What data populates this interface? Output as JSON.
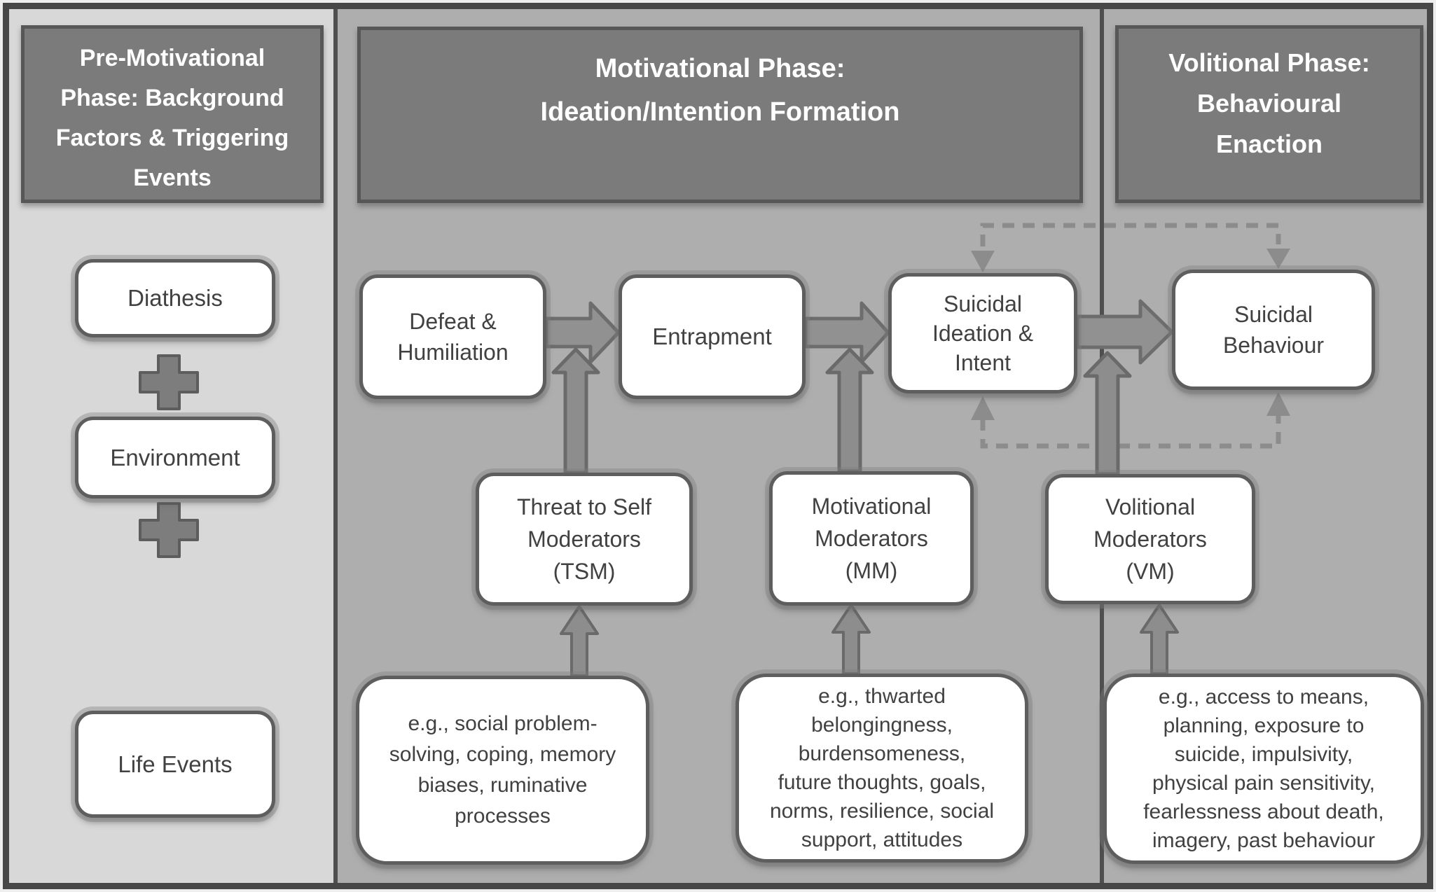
{
  "diagram": {
    "kind": "flow-diagram",
    "subject": "Integrated Motivational-Volitional model of suicidal behaviour"
  },
  "colors": {
    "panel_light": "#d8d8d8",
    "panel_gray": "#aeaeae",
    "header_fill": "#7b7b7b",
    "header_border": "#575757",
    "header_text": "#ffffff",
    "box_fill": "#ffffff",
    "box_border": "#5e5e5e",
    "box_text": "#414141",
    "arrow_fill": "#919191",
    "arrow_outline": "#6d6d6d",
    "dashed_arrow": "#8c8c8c",
    "divider": "#4f4f4f",
    "outer_frame": "#474747"
  },
  "headers": {
    "pre_motivational": {
      "lines": [
        "Pre-Motivational",
        "Phase: Background",
        "Factors & Triggering",
        "Events"
      ]
    },
    "motivational": {
      "lines": [
        "Motivational Phase:",
        "Ideation/Intention Formation"
      ]
    },
    "volitional": {
      "lines": [
        "Volitional Phase:",
        "Behavioural",
        "Enaction"
      ]
    }
  },
  "nodes": {
    "diathesis": {
      "lines": [
        "Diathesis"
      ]
    },
    "environment": {
      "lines": [
        "Environment"
      ]
    },
    "life_events": {
      "lines": [
        "Life Events"
      ]
    },
    "defeat_humiliation": {
      "lines": [
        "Defeat &",
        "Humiliation"
      ]
    },
    "entrapment": {
      "lines": [
        "Entrapment"
      ]
    },
    "suicidal_ideation": {
      "lines": [
        "Suicidal",
        "Ideation &",
        "Intent"
      ]
    },
    "suicidal_behaviour": {
      "lines": [
        "Suicidal",
        "Behaviour"
      ]
    },
    "tsm": {
      "lines": [
        "Threat to Self",
        "Moderators",
        "(TSM)"
      ]
    },
    "mm": {
      "lines": [
        "Motivational",
        "Moderators",
        "(MM)"
      ]
    },
    "vm": {
      "lines": [
        "Volitional",
        "Moderators",
        "(VM)"
      ]
    },
    "tsm_examples": {
      "lines": [
        "e.g., social problem-",
        "solving, coping, memory",
        "biases, ruminative",
        "processes"
      ]
    },
    "mm_examples": {
      "lines": [
        "e.g., thwarted",
        "belongingness,",
        "burdensomeness,",
        "future thoughts, goals,",
        "norms, resilience, social",
        "support, attitudes"
      ]
    },
    "vm_examples": {
      "lines": [
        "e.g., access to means,",
        "planning, exposure to",
        "suicide, impulsivity,",
        "physical pain sensitivity,",
        "fearlessness about death,",
        "imagery, past behaviour"
      ]
    }
  },
  "connectors": {
    "plus_symbol": "+",
    "arrows": [
      {
        "from": "defeat_humiliation",
        "to": "entrapment",
        "style": "solid-block-right"
      },
      {
        "from": "entrapment",
        "to": "suicidal_ideation",
        "style": "solid-block-right"
      },
      {
        "from": "suicidal_ideation",
        "to": "suicidal_behaviour",
        "style": "solid-block-right"
      },
      {
        "from": "tsm",
        "to": "defeat-entrapment-link",
        "style": "solid-block-up"
      },
      {
        "from": "mm",
        "to": "entrapment-ideation-link",
        "style": "solid-block-up"
      },
      {
        "from": "vm",
        "to": "ideation-behaviour-link",
        "style": "solid-block-up"
      },
      {
        "from": "tsm_examples",
        "to": "tsm",
        "style": "solid-block-up"
      },
      {
        "from": "mm_examples",
        "to": "mm",
        "style": "solid-block-up"
      },
      {
        "from": "vm_examples",
        "to": "vm",
        "style": "solid-block-up"
      },
      {
        "from": "suicidal_behaviour",
        "to": "suicidal_ideation",
        "style": "dashed-feedback-top"
      },
      {
        "from": "suicidal_behaviour",
        "to": "suicidal_ideation",
        "style": "dashed-feedback-bottom"
      }
    ]
  }
}
